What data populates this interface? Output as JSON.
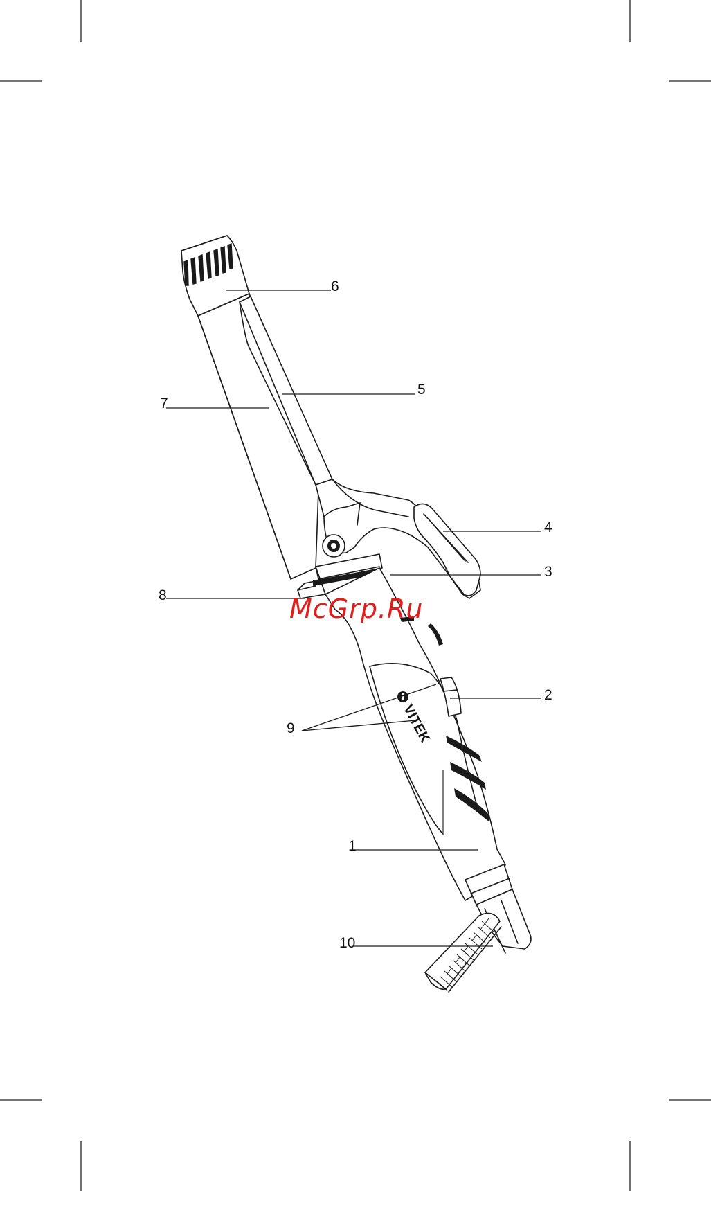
{
  "callouts": {
    "c1": "1",
    "c2": "2",
    "c3": "3",
    "c4": "4",
    "c5": "5",
    "c6": "6",
    "c7": "7",
    "c8": "8",
    "c9": "9",
    "c10": "10"
  },
  "brand": "VITEK",
  "watermark": "McGrp.Ru"
}
